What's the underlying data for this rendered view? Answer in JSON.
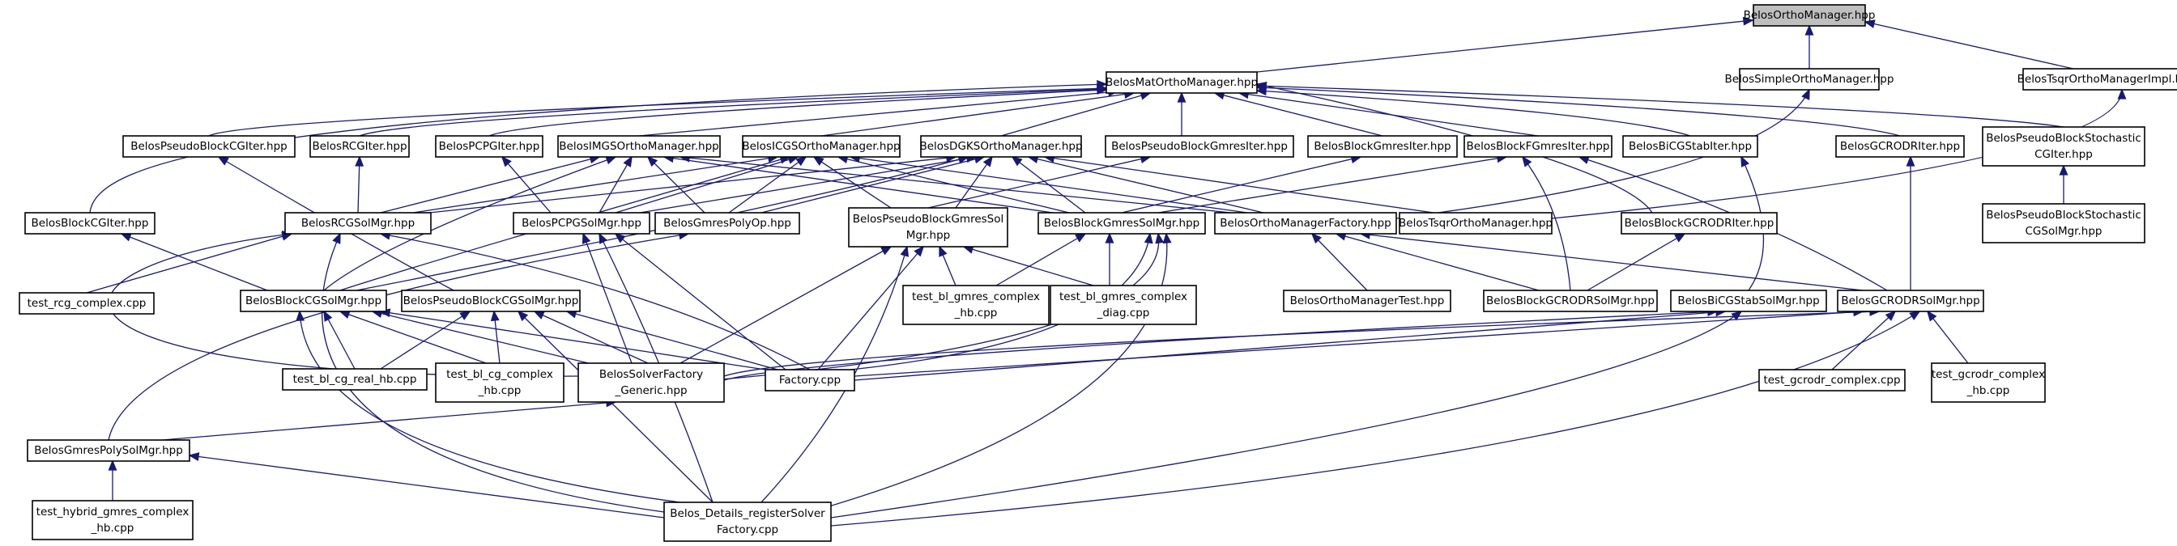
{
  "diagram": {
    "title": "",
    "colors": {
      "edge": "#191970",
      "node_fill": "#ffffff",
      "root_fill": "#bfbfbf",
      "border": "#000000"
    },
    "nodes": [
      {
        "id": "ortho",
        "lines": [
          "BelosOrthoManager.hpp"
        ],
        "root": true
      },
      {
        "id": "mat",
        "lines": [
          "BelosMatOrthoManager.hpp"
        ]
      },
      {
        "id": "simple",
        "lines": [
          "BelosSimpleOrthoManager.hpp"
        ]
      },
      {
        "id": "tsqrimpl",
        "lines": [
          "BelosTsqrOrthoManagerImpl.hpp"
        ]
      },
      {
        "id": "pbcgiter",
        "lines": [
          "BelosPseudoBlockCGIter.hpp"
        ]
      },
      {
        "id": "rcgiter",
        "lines": [
          "BelosRCGIter.hpp"
        ]
      },
      {
        "id": "pcpgiter",
        "lines": [
          "BelosPCPGIter.hpp"
        ]
      },
      {
        "id": "imgs",
        "lines": [
          "BelosIMGSOrthoManager.hpp"
        ]
      },
      {
        "id": "icgs",
        "lines": [
          "BelosICGSOrthoManager.hpp"
        ]
      },
      {
        "id": "dgks",
        "lines": [
          "BelosDGKSOrthoManager.hpp"
        ]
      },
      {
        "id": "pbgmresiter",
        "lines": [
          "BelosPseudoBlockGmresIter.hpp"
        ]
      },
      {
        "id": "bgmresiter",
        "lines": [
          "BelosBlockGmresIter.hpp"
        ]
      },
      {
        "id": "bfgmresiter",
        "lines": [
          "BelosBlockFGmresIter.hpp"
        ]
      },
      {
        "id": "bicgstabiter",
        "lines": [
          "BelosBiCGStabIter.hpp"
        ]
      },
      {
        "id": "gcroditer",
        "lines": [
          "BelosGCRODRIter.hpp"
        ]
      },
      {
        "id": "pbsciter",
        "lines": [
          "BelosPseudoBlockStochastic",
          "CGIter.hpp"
        ]
      },
      {
        "id": "bcgiter",
        "lines": [
          "BelosBlockCGIter.hpp"
        ]
      },
      {
        "id": "rcgsolmgr",
        "lines": [
          "BelosRCGSolMgr.hpp"
        ]
      },
      {
        "id": "pcpgsolmgr",
        "lines": [
          "BelosPCPGSolMgr.hpp"
        ]
      },
      {
        "id": "gmrespolyop",
        "lines": [
          "BelosGmresPolyOp.hpp"
        ]
      },
      {
        "id": "pbgmressolmgr",
        "lines": [
          "BelosPseudoBlockGmresSol",
          "Mgr.hpp"
        ]
      },
      {
        "id": "bgmressolmgr",
        "lines": [
          "BelosBlockGmresSolMgr.hpp"
        ]
      },
      {
        "id": "omfactory",
        "lines": [
          "BelosOrthoManagerFactory.hpp"
        ]
      },
      {
        "id": "tsqrom",
        "lines": [
          "BelosTsqrOrthoManager.hpp"
        ]
      },
      {
        "id": "bgcroditer",
        "lines": [
          "BelosBlockGCRODRIter.hpp"
        ]
      },
      {
        "id": "pbscsolmgr",
        "lines": [
          "BelosPseudoBlockStochastic",
          "CGSolMgr.hpp"
        ]
      },
      {
        "id": "testrcg",
        "lines": [
          "test_rcg_complex.cpp"
        ]
      },
      {
        "id": "bcgsolmgr",
        "lines": [
          "BelosBlockCGSolMgr.hpp"
        ]
      },
      {
        "id": "pbcgsolmgr",
        "lines": [
          "BelosPseudoBlockCGSolMgr.hpp"
        ]
      },
      {
        "id": "testblgmres",
        "lines": [
          "test_bl_gmres_complex",
          "_hb.cpp"
        ]
      },
      {
        "id": "testblgmresdiag",
        "lines": [
          "test_bl_gmres_complex",
          "_diag.cpp"
        ]
      },
      {
        "id": "omtest",
        "lines": [
          "BelosOrthoManagerTest.hpp"
        ]
      },
      {
        "id": "bgcrodrsolmgr",
        "lines": [
          "BelosBlockGCRODRSolMgr.hpp"
        ]
      },
      {
        "id": "bicgstabsolmgr",
        "lines": [
          "BelosBiCGStabSolMgr.hpp"
        ]
      },
      {
        "id": "gcrodrsolmgr",
        "lines": [
          "BelosGCRODRSolMgr.hpp"
        ]
      },
      {
        "id": "testblcgreal",
        "lines": [
          "test_bl_cg_real_hb.cpp"
        ]
      },
      {
        "id": "testblcgcomplex",
        "lines": [
          "test_bl_cg_complex",
          "_hb.cpp"
        ]
      },
      {
        "id": "solverfactory",
        "lines": [
          "BelosSolverFactory",
          "_Generic.hpp"
        ]
      },
      {
        "id": "factory",
        "lines": [
          "Factory.cpp"
        ]
      },
      {
        "id": "testgcrodr",
        "lines": [
          "test_gcrodr_complex.cpp"
        ]
      },
      {
        "id": "testgcrodrhb",
        "lines": [
          "test_gcrodr_complex",
          "_hb.cpp"
        ]
      },
      {
        "id": "gmrespolysolmgr",
        "lines": [
          "BelosGmresPolySolMgr.hpp"
        ]
      },
      {
        "id": "testhybrid",
        "lines": [
          "test_hybrid_gmres_complex",
          "_hb.cpp"
        ]
      },
      {
        "id": "details",
        "lines": [
          "Belos_Details_registerSolver",
          "Factory.cpp"
        ]
      }
    ]
  }
}
